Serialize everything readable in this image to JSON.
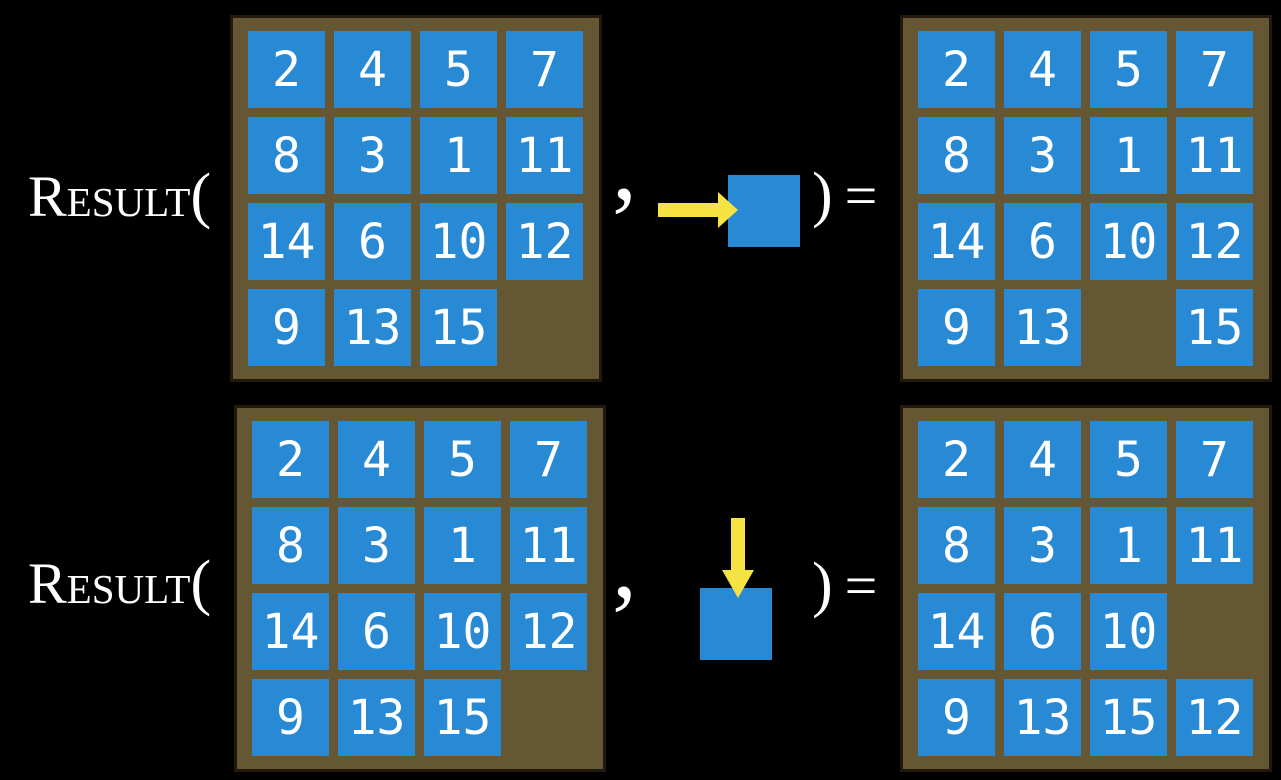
{
  "colors": {
    "background": "#000000",
    "frame_brown": "#665734",
    "frame_border": "#211a0c",
    "tile_blue": "#2889d4",
    "number_white": "#ffffff",
    "arrow_yellow": "#f5e342",
    "text_white": "#ffffff"
  },
  "equations": [
    {
      "function_name": "Result",
      "open_paren": "(",
      "comma": ",",
      "action": {
        "direction": "right"
      },
      "close_paren": ")",
      "equals": "=",
      "input_board": {
        "rows": [
          [
            2,
            4,
            5,
            7
          ],
          [
            8,
            3,
            1,
            11
          ],
          [
            14,
            6,
            10,
            12
          ],
          [
            9,
            13,
            15,
            null
          ]
        ]
      },
      "output_board": {
        "rows": [
          [
            2,
            4,
            5,
            7
          ],
          [
            8,
            3,
            1,
            11
          ],
          [
            14,
            6,
            10,
            12
          ],
          [
            9,
            13,
            null,
            15
          ]
        ]
      }
    },
    {
      "function_name": "Result",
      "open_paren": "(",
      "comma": ",",
      "action": {
        "direction": "down"
      },
      "close_paren": ")",
      "equals": "=",
      "input_board": {
        "rows": [
          [
            2,
            4,
            5,
            7
          ],
          [
            8,
            3,
            1,
            11
          ],
          [
            14,
            6,
            10,
            12
          ],
          [
            9,
            13,
            15,
            null
          ]
        ]
      },
      "output_board": {
        "rows": [
          [
            2,
            4,
            5,
            7
          ],
          [
            8,
            3,
            1,
            11
          ],
          [
            14,
            6,
            10,
            null
          ],
          [
            9,
            13,
            15,
            12
          ]
        ]
      }
    }
  ]
}
